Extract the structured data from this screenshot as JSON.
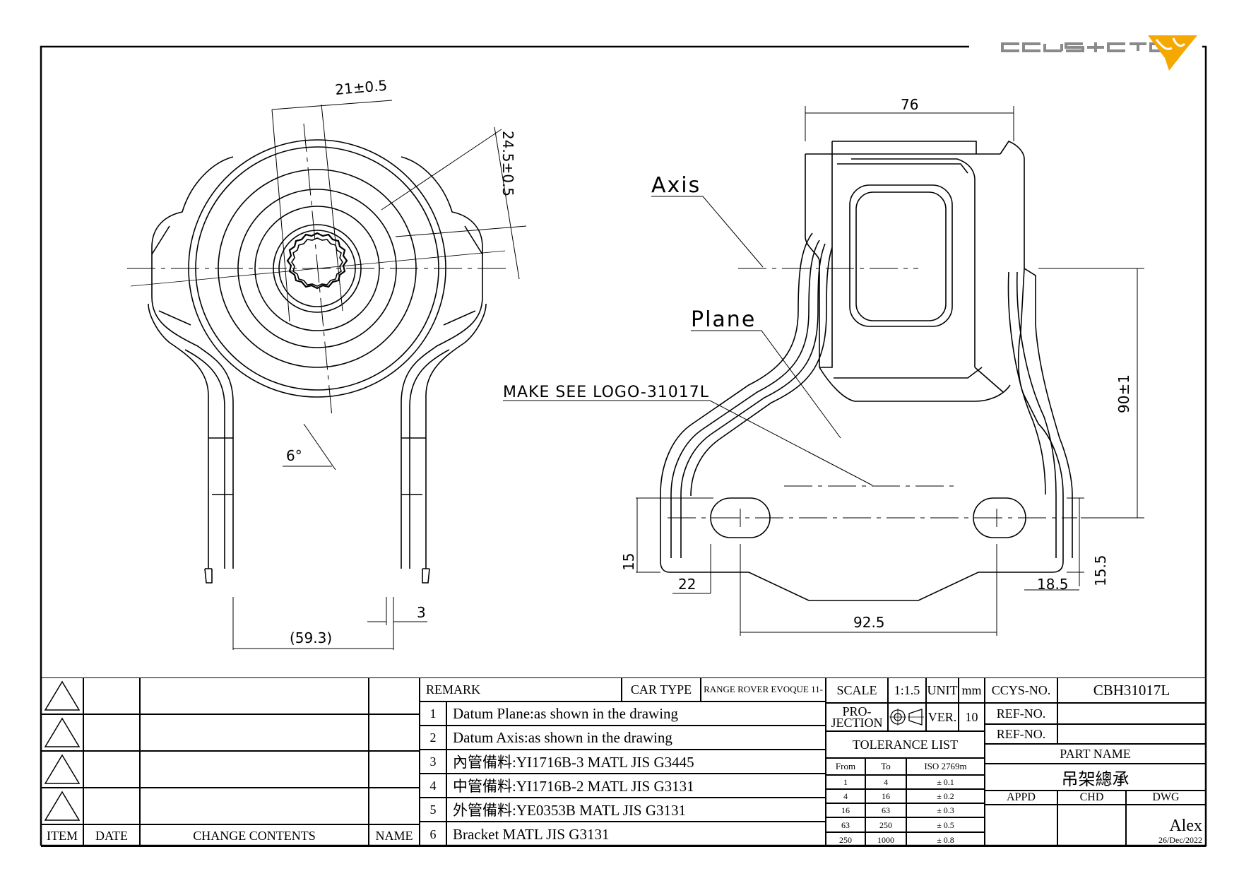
{
  "logo": {
    "text": "CCYS+CTC",
    "brand_color": "#f5a800",
    "text_color": "#8a8a8a"
  },
  "drawing": {
    "dimensions": {
      "left_view": {
        "width_tol": "21±0.5",
        "height_tol": "24.5±0.5",
        "angle": "6°",
        "thickness": "3",
        "overall": "(59.3)"
      },
      "right_view": {
        "top_width": "76",
        "height": "90±1",
        "left_hole_h": "15",
        "right_hole_h": "15.5",
        "left_offset": "22",
        "right_offset": "18.5",
        "hole_spacing": "92.5"
      }
    },
    "notes": {
      "axis": "Axis",
      "plane": "Plane",
      "logo_note": "MAKE SEE LOGO-31017L"
    }
  },
  "title_block": {
    "change_table": {
      "headers": [
        "ITEM",
        "DATE",
        "CHANGE CONTENTS",
        "NAME"
      ],
      "rows": [
        {
          "item": "",
          "date": "",
          "contents": "",
          "name": ""
        },
        {
          "item": "",
          "date": "",
          "contents": "",
          "name": ""
        },
        {
          "item": "",
          "date": "",
          "contents": "",
          "name": ""
        },
        {
          "item": "",
          "date": "",
          "contents": "",
          "name": ""
        }
      ]
    },
    "remark_label": "REMARK",
    "car_type_label": "CAR TYPE",
    "car_type_value": "RANGE ROVER EVOQUE 11-",
    "remarks": [
      {
        "no": "1",
        "text": "Datum Plane:as shown in the drawing"
      },
      {
        "no": "2",
        "text": "Datum Axis:as shown in the drawing"
      },
      {
        "no": "3",
        "text": "內管備料:YI1716B-3  MATL JIS G3445"
      },
      {
        "no": "4",
        "text": "中管備料:YI1716B-2  MATL JIS G3131"
      },
      {
        "no": "5",
        "text": "外管備料:YE0353B  MATL JIS G3131"
      },
      {
        "no": "6",
        "text": "Bracket MATL JIS G3131"
      }
    ],
    "scale_label": "SCALE",
    "scale_value": "1:1.5",
    "unit_label": "UNIT",
    "unit_value": "mm",
    "projection_label_1": "PRO-",
    "projection_label_2": "JECTION",
    "ver_label": "VER.",
    "ver_value": "10",
    "tolerance": {
      "title": "TOLERANCE LIST",
      "headers": [
        "From",
        "To",
        "ISO 2769m"
      ],
      "rows": [
        {
          "from": "1",
          "to": "4",
          "tol": "± 0.1"
        },
        {
          "from": "4",
          "to": "16",
          "tol": "± 0.2"
        },
        {
          "from": "16",
          "to": "63",
          "tol": "± 0.3"
        },
        {
          "from": "63",
          "to": "250",
          "tol": "± 0.5"
        },
        {
          "from": "250",
          "to": "1000",
          "tol": "± 0.8"
        }
      ]
    },
    "ccys_no_label": "CCYS-NO.",
    "ccys_no_value": "CBH31017L",
    "ref_no_label_1": "REF-NO.",
    "ref_no_label_2": "REF-NO.",
    "part_name_label": "PART NAME",
    "part_name_value": "吊架總承",
    "appd_label": "APPD",
    "chd_label": "CHD",
    "dwg_label": "DWG",
    "dwg_name": "Alex",
    "dwg_date": "26/Dec/2022"
  }
}
